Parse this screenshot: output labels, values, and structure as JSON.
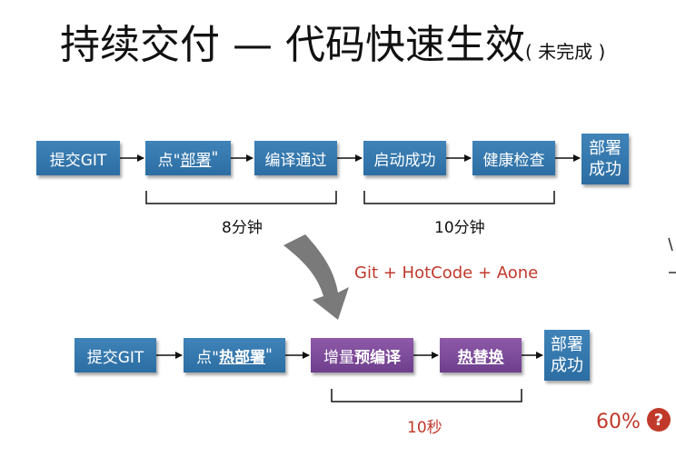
{
  "title": {
    "main": "持续交付 — 代码快速生效",
    "sub": "( 未完成 )"
  },
  "top_flow": {
    "steps": [
      {
        "label": "提交GIT"
      },
      {
        "prefix": "点\"",
        "emphasis": "部署",
        "suffix": "\""
      },
      {
        "label": "编译通过"
      },
      {
        "label": "启动成功"
      },
      {
        "label": "健康检查"
      },
      {
        "line1": "部署",
        "line2": "成功"
      }
    ],
    "brace_labels": [
      "8分钟",
      "10分钟"
    ]
  },
  "transition_label": "Git + HotCode + Aone",
  "bottom_flow": {
    "steps": [
      {
        "label": "提交GIT"
      },
      {
        "prefix": "点\"",
        "emphasis": "热部署",
        "suffix": "\""
      },
      {
        "normal": "增量",
        "emphasis": "预编译"
      },
      {
        "emphasis": "热替换"
      },
      {
        "line1": "部署",
        "line2": "成功"
      }
    ],
    "brace_label": "10秒"
  },
  "progress": {
    "percent_label": "60%",
    "icon": "question-icon",
    "icon_glyph": "?"
  },
  "colors": {
    "blue_box": "#2c6ea3",
    "purple_box": "#6e3f8c",
    "accent_red": "#c0392b",
    "arrow_gray": "#7a7a7a"
  }
}
